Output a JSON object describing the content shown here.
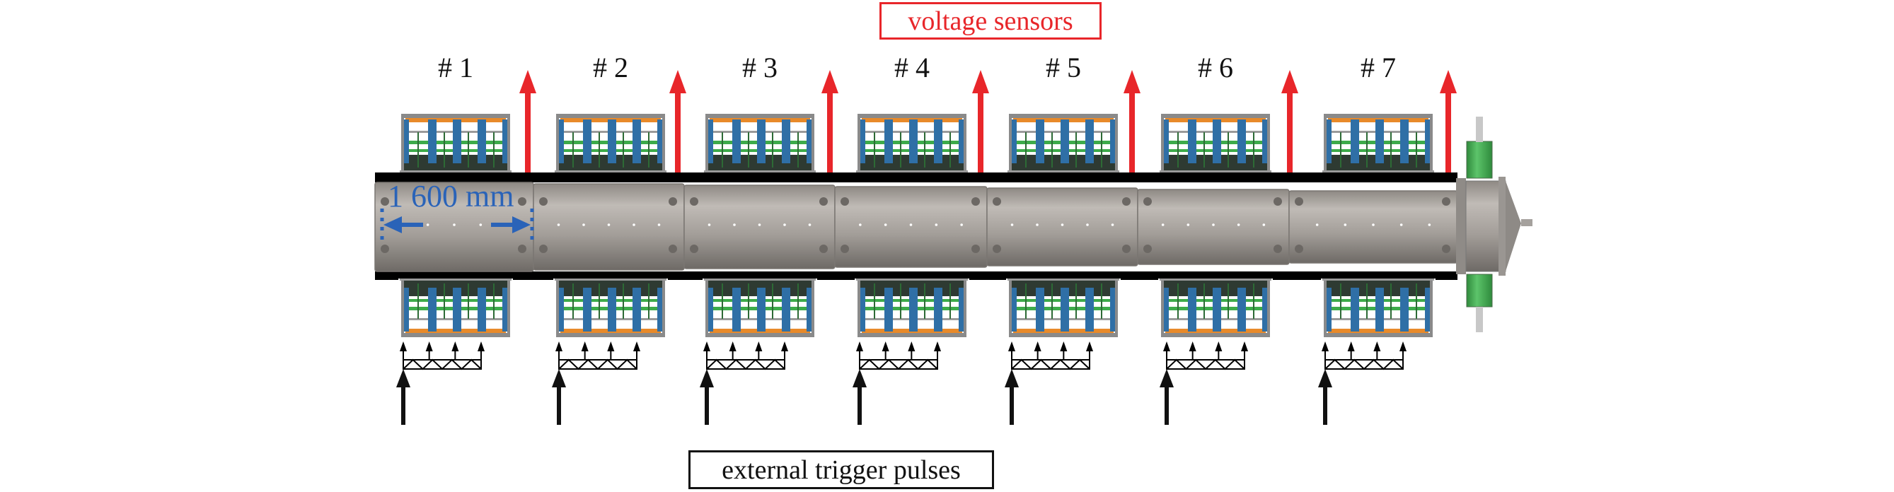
{
  "title_top": "voltage sensors",
  "title_bottom": "external trigger pulses",
  "dimension_label": "1 600 mm",
  "modules": [
    {
      "label": "# 1"
    },
    {
      "label": "# 2"
    },
    {
      "label": "# 3"
    },
    {
      "label": "# 4"
    },
    {
      "label": "# 5"
    },
    {
      "label": "# 6"
    },
    {
      "label": "# 7"
    }
  ],
  "colors": {
    "sensor_arrow": "#e8262a",
    "trigger_arrow": "#111111",
    "dimension": "#2a63b8",
    "tube": "#a8a29c",
    "module_blue": "#2f6fa6",
    "module_green": "#3dab4a",
    "module_orange": "#e88a2a",
    "end_cylinder": "#4bb058"
  }
}
